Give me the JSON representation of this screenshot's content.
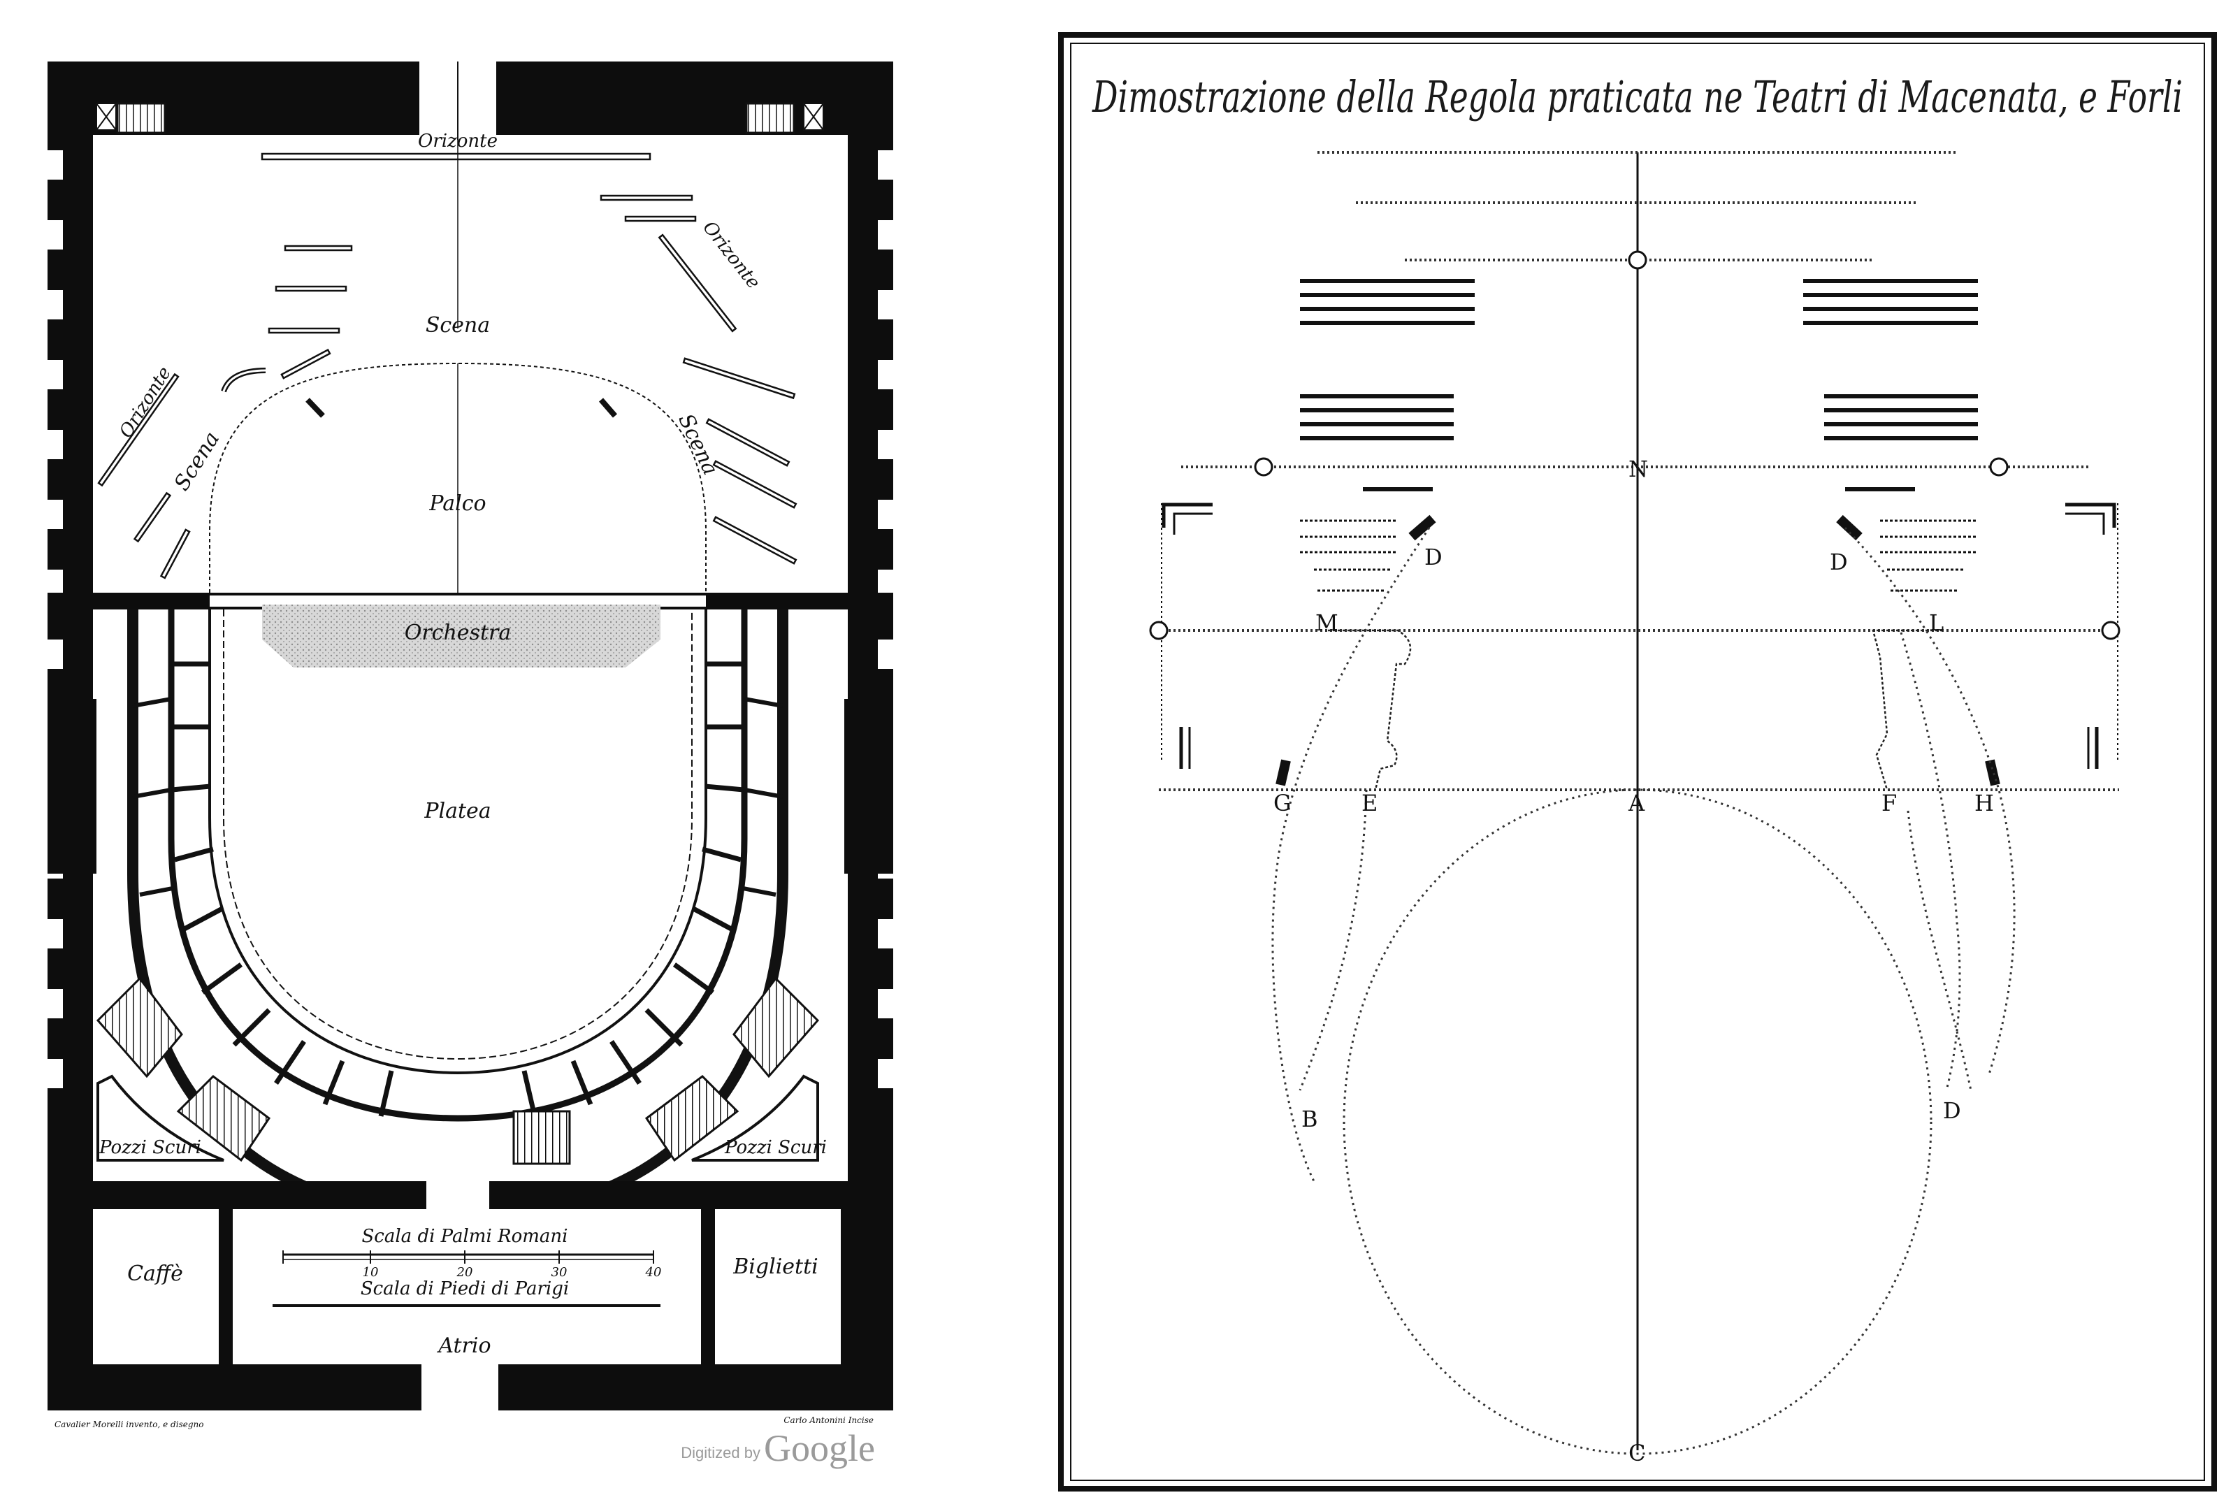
{
  "plan": {
    "labels": {
      "orizzonte_top": "Orizonte",
      "orizzonte_left": "Orizonte",
      "orizzonte_right": "Orizonte",
      "scena_center": "Scena",
      "scena_left": "Scena",
      "scena_right": "Scena",
      "palco": "Palco",
      "orchestra": "Orchestra",
      "platea": "Platea",
      "pozzi_left": "Pozzi Scuri",
      "pozzi_right": "Pozzi Scuri",
      "caffe": "Caffè",
      "biglietti": "Biglietti",
      "atrio": "Atrio",
      "scale_palmi": "Scala di Palmi Romani",
      "scale_piedi": "Scala di Piedi di Parigi"
    },
    "scale_ticks": [
      "10",
      "20",
      "30",
      "40"
    ],
    "credits": {
      "left": "Cavalier Morelli invento, e disegno",
      "right": "Carlo Antonini Incise"
    }
  },
  "watermark": {
    "prefix": "Digitized by",
    "brand": "Google"
  },
  "demo": {
    "title": "Dimostrazione della Regola praticata ne Teatri di Macenata, e Forli",
    "points": {
      "O_top": "O",
      "N": "N",
      "O_left": "O",
      "O_right": "O",
      "D_left": "D",
      "D_right": "D",
      "M": "M",
      "L": "L",
      "O_far_left": "O",
      "O_far_right": "O",
      "G": "G",
      "E": "E",
      "A": "A",
      "F": "F",
      "H": "H",
      "B": "B",
      "D_lower": "D",
      "C": "C"
    }
  }
}
